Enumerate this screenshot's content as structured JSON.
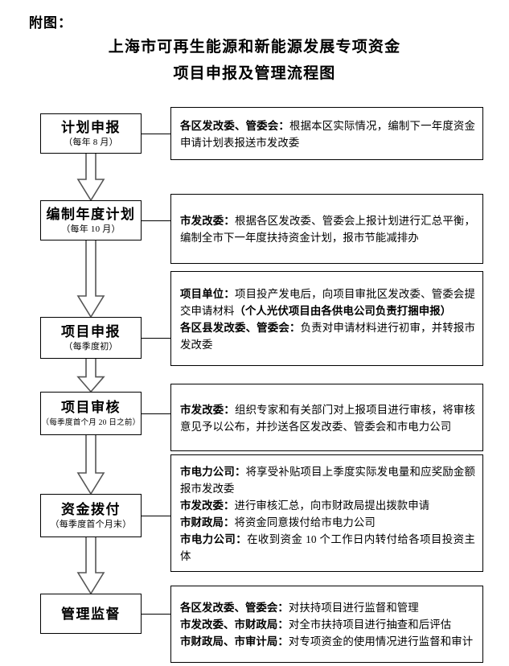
{
  "header": {
    "attachment_label": "附图：",
    "title_line_1": "上海市可再生能源和新能源发展专项资金",
    "title_line_2": "项目申报及管理流程图"
  },
  "colors": {
    "border": "#000000",
    "background": "#ffffff",
    "text": "#000000",
    "arrow_outline": "#555555"
  },
  "flow": {
    "steps": [
      {
        "id": "plan-application",
        "name": "计划申报",
        "when": "（每年 8 月）",
        "desc_lines": [
          {
            "actor": "各区发改委、管委会：",
            "text": "根据本区实际情况，编制下一年度资金申请计划表报送市发改委"
          }
        ]
      },
      {
        "id": "compile-annual-plan",
        "name": "编制年度计划",
        "when": "（每年 10 月）",
        "desc_lines": [
          {
            "actor": "市发改委：",
            "text": "根据各区发改委、管委会上报计划进行汇总平衡，编制全市下一年度扶持资金计划，报市节能减排办"
          }
        ]
      },
      {
        "id": "project-application",
        "name": "项目申报",
        "when": "（每季度初）",
        "desc_lines": [
          {
            "actor": "项目单位：",
            "text": "项目投产发电后，向项目审批区发改委、管委会提交申请材料",
            "emphasis": "（个人光伏项目由各供电公司负责打捆申报）"
          },
          {
            "actor": "各区县发改委、管委会：",
            "text": "负责对申请材料进行初审，并转报市发改委"
          }
        ]
      },
      {
        "id": "project-review",
        "name": "项目审核",
        "when": "（每季度首个月 20 日之前）",
        "desc_lines": [
          {
            "actor": "市发改委：",
            "text": "组织专家和有关部门对上报项目进行审核，将审核意见予以公布，并抄送各区发改委、管委会和市电力公司"
          }
        ]
      },
      {
        "id": "fund-disbursement",
        "name": "资金拨付",
        "when": "（每季度首个月末）",
        "desc_lines": [
          {
            "actor": "市电力公司：",
            "text": "将享受补贴项目上季度实际发电量和应奖励金额报市发改委"
          },
          {
            "actor": "市发改委：",
            "text": "进行审核汇总，向市财政局提出拨款申请"
          },
          {
            "actor": "市财政局：",
            "text": "将资金同意拨付给市电力公司"
          },
          {
            "actor": "市电力公司：",
            "text": "在收到资金 10 个工作日内转付给各项目投资主体"
          }
        ]
      },
      {
        "id": "management-supervision",
        "name": "管理监督",
        "when": "",
        "desc_lines": [
          {
            "actor": "各区发改委、管委会：",
            "text": "对扶持项目进行监督和管理"
          },
          {
            "actor": "市发改委、市财政局：",
            "text": "对全市扶持项目进行抽查和后评估"
          },
          {
            "actor": "市财政局、市审计局：",
            "text": "对专项资金的使用情况进行监督和审计"
          }
        ]
      }
    ],
    "arrows": [
      {
        "id": "arrow-1",
        "from": "plan-application",
        "to": "compile-annual-plan"
      },
      {
        "id": "arrow-2",
        "from": "compile-annual-plan",
        "to": "project-application"
      },
      {
        "id": "arrow-3",
        "from": "project-application",
        "to": "project-review"
      },
      {
        "id": "arrow-4",
        "from": "project-review",
        "to": "fund-disbursement"
      },
      {
        "id": "arrow-5",
        "from": "fund-disbursement",
        "to": "management-supervision"
      }
    ]
  }
}
